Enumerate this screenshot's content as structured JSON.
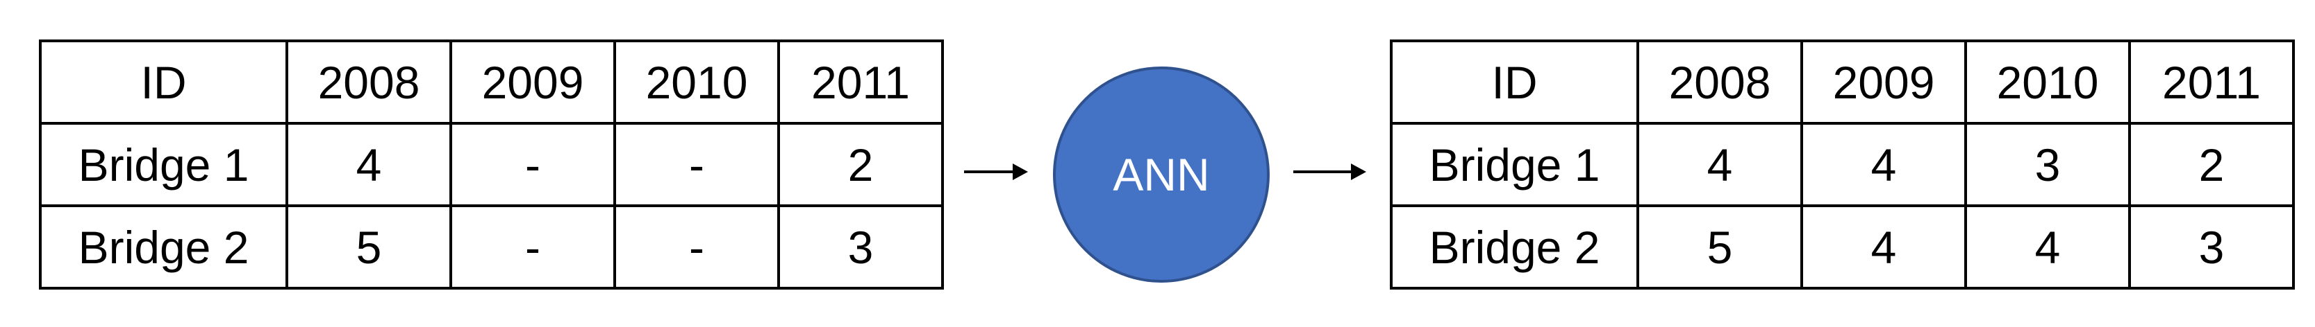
{
  "input_table": {
    "header": [
      "ID",
      "2008",
      "2009",
      "2010",
      "2011"
    ],
    "rows": [
      [
        "Bridge 1",
        "4",
        "-",
        "-",
        "2"
      ],
      [
        "Bridge 2",
        "5",
        "-",
        "-",
        "3"
      ]
    ]
  },
  "model": {
    "label": "ANN",
    "fill_color": "#4472c4",
    "border_color": "#2f528f"
  },
  "output_table": {
    "header": [
      "ID",
      "2008",
      "2009",
      "2010",
      "2011"
    ],
    "rows": [
      [
        "Bridge 1",
        "4",
        "4",
        "3",
        "2"
      ],
      [
        "Bridge 2",
        "5",
        "4",
        "4",
        "3"
      ]
    ]
  },
  "arrows": [
    "right-arrow-icon",
    "right-arrow-icon"
  ]
}
